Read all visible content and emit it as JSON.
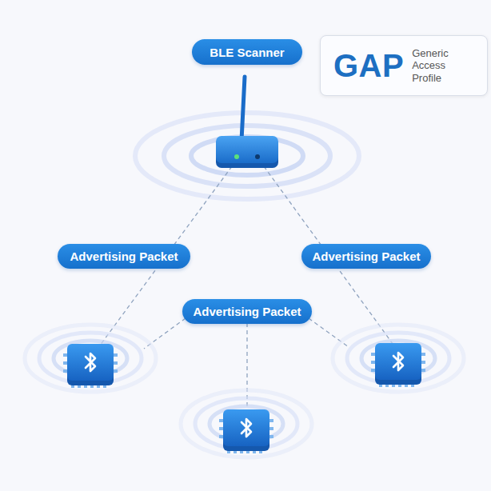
{
  "diagram": {
    "nodes": [
      {
        "text": [
          "BLE Scanner"
        ]
      },
      {
        "text": [
          "GAP",
          "Generic Access Profile"
        ]
      },
      {
        "text": [
          "Advertising Packet"
        ]
      },
      {
        "text": [
          "Advertising Packet"
        ]
      },
      {
        "text": [
          "Advertising Packet"
        ]
      }
    ]
  }
}
